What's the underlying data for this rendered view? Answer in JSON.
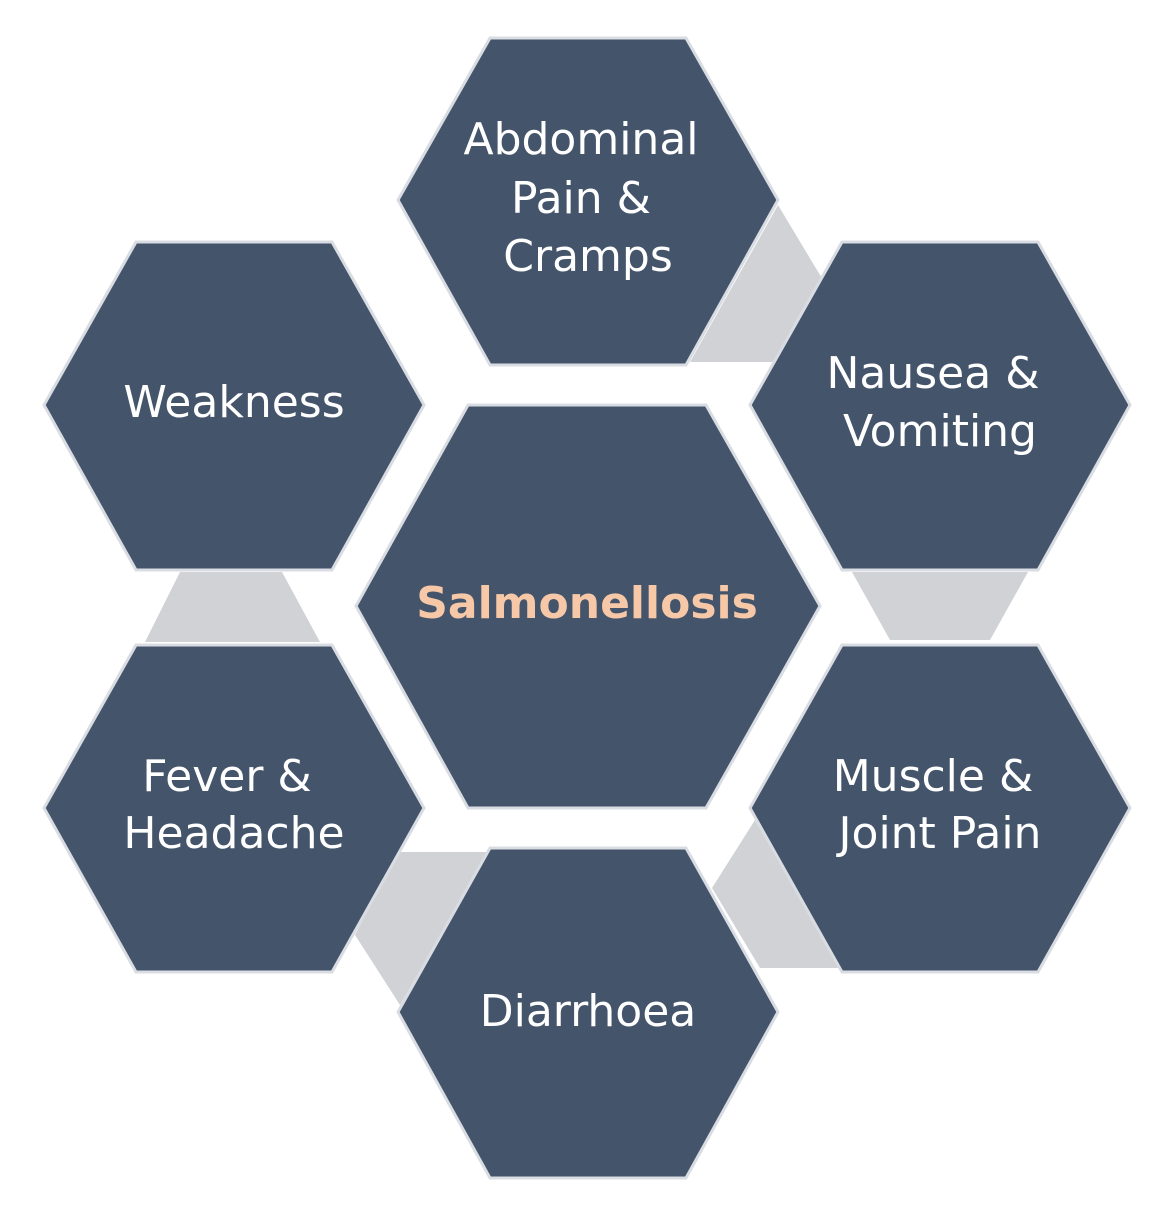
{
  "colors": {
    "hexagon_fill": "#44546a",
    "hexagon_stroke": "#d9dde3",
    "connector_fill": "#d0d2d6",
    "outer_text": "#ffffff",
    "center_text": "#f6c8a8",
    "background": "#ffffff"
  },
  "center": {
    "label": "Salmonellosis"
  },
  "symptoms": {
    "top": {
      "line1": "Abdominal",
      "line2": "Pain &",
      "line3": "Cramps"
    },
    "upper_right": {
      "line1": "Nausea &",
      "line2": "Vomiting"
    },
    "lower_right": {
      "line1": "Muscle &",
      "line2": "Joint Pain"
    },
    "bottom": {
      "line1": "Diarrhoea"
    },
    "lower_left": {
      "line1": "Fever &",
      "line2": "Headache"
    },
    "upper_left": {
      "line1": "Weakness"
    }
  }
}
